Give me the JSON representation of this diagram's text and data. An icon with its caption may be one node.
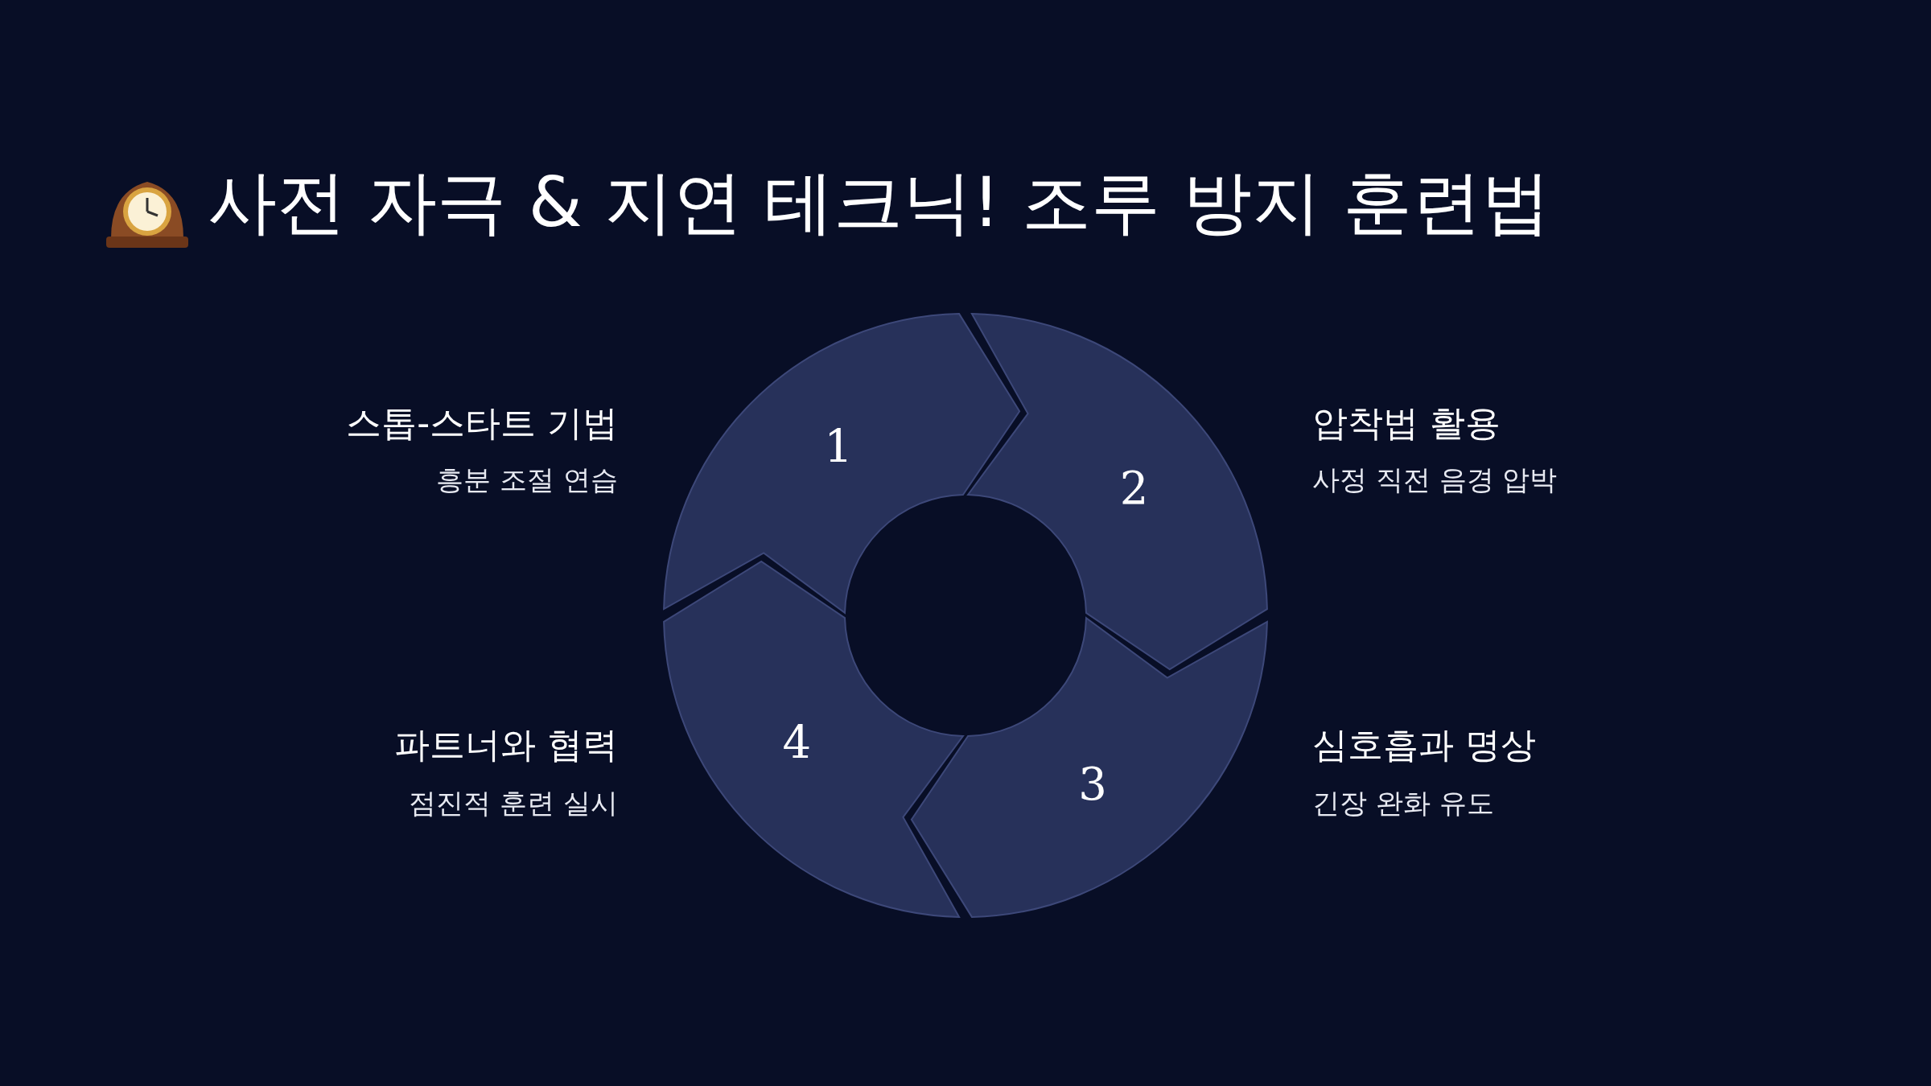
{
  "diagram": {
    "title": "사전 자극 & 지연 테크닉! 조루 방지 훈련법",
    "nodes": [
      {
        "text": [
          "1"
        ],
        "beside": [
          "스톱-스타트 기법",
          "흥분 조절 연습"
        ]
      },
      {
        "text": [
          "2"
        ],
        "beside": [
          "압착법 활용",
          "사정 직전 음경 압박"
        ]
      },
      {
        "text": [
          "3"
        ],
        "beside": [
          "심호흡과 명상",
          "긴장 완화 유도"
        ]
      },
      {
        "text": [
          "4"
        ],
        "beside": [
          "파트너와 협력",
          "점진적 훈련 실시"
        ]
      }
    ]
  }
}
